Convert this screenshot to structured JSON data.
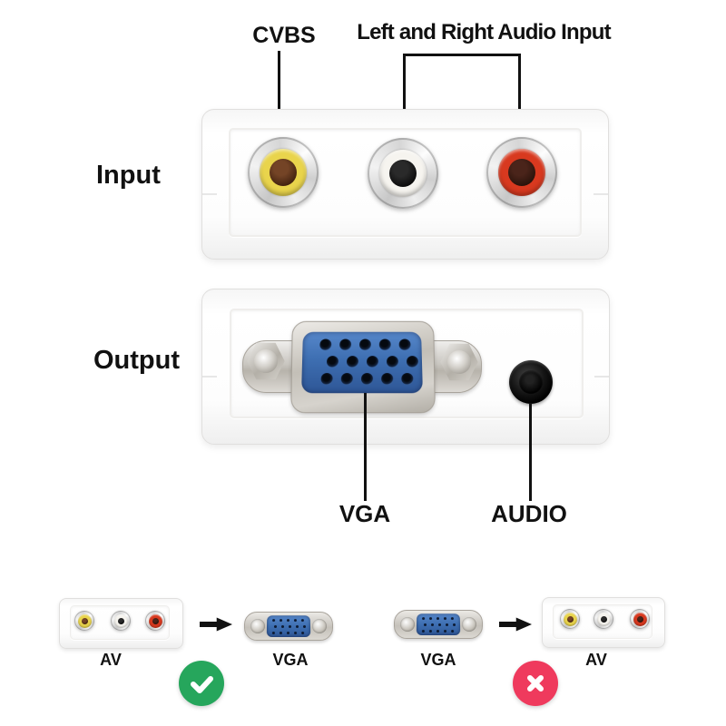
{
  "labels": {
    "cvbs": "CVBS",
    "audio_input": "Left and Right Audio Input",
    "input": "Input",
    "output": "Output",
    "vga": "VGA",
    "audio": "AUDIO"
  },
  "comparison": {
    "correct": {
      "source": "AV",
      "target": "VGA",
      "icon": "check-icon"
    },
    "incorrect": {
      "source": "VGA",
      "target": "AV",
      "icon": "cross-icon"
    }
  },
  "colors": {
    "video_yellow": "#e9d44c",
    "audio_white": "#f6f4ef",
    "audio_red": "#d8391f",
    "vga_blue": "#3e6fb2",
    "success_green": "#26a65c",
    "error_red": "#ef3a5d"
  }
}
